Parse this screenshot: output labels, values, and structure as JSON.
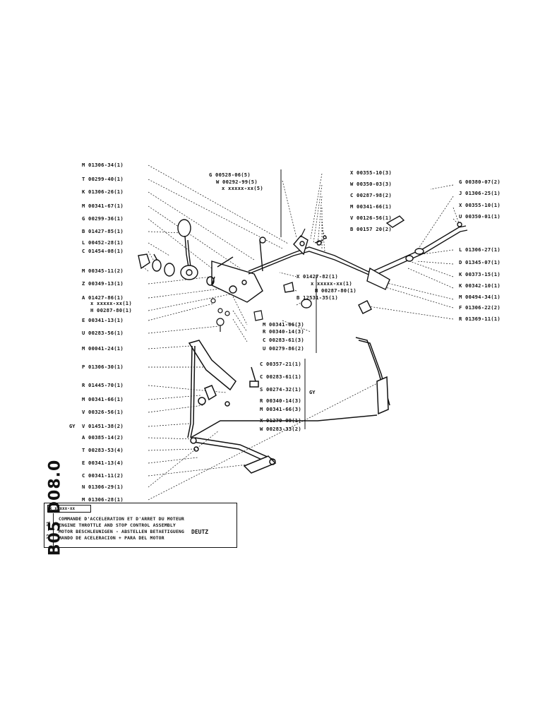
{
  "page_code": "B05 D08.0",
  "title_block": {
    "ref": "x xxxxx-xx",
    "date": "12 - 91",
    "fr": "COMMANDE D'ACCELERATION ET D'ARRET DU MOTEUR",
    "en": "ENGINE THROTTLE AND STOP CONTROL ASSEMBLY",
    "de": "MOTOR BESCHLEUNIGEN - ABSTELLEN BETAETIGUENG",
    "es": "MANDO DE ACELERACION + PARA DEL MOTOR",
    "brand": "DEUTZ"
  },
  "gy_label": "GY",
  "labels_left": [
    "M 01306-34(1)",
    "T 00299-40(1)",
    "K 01306-26(1)",
    "M 00341-67(1)",
    "G 00299-36(1)",
    "B 01427-85(1)",
    "L 00452-28(1)",
    "C 01454-08(1)",
    "M 00345-11(2)",
    "Z 00349-13(1)",
    "A 01427-86(1)",
    "x xxxxx-xx(1)",
    "H 00287-80(1)",
    "E 00341-13(1)",
    "U 00283-56(1)",
    "M 00041-24(1)",
    "P 01306-30(1)",
    "R 01445-70(1)",
    "M 00341-66(1)",
    "V 00326-56(1)",
    "V 01451-38(2)",
    "A 00385-14(2)",
    "T 00283-53(4)",
    "E 00341-13(4)",
    "C 00341-11(2)",
    "N 01306-29(1)",
    "M 01306-28(1)"
  ],
  "labels_center": [
    "G 00528-06(5)",
    "W 00292-99(5)",
    "x xxxxx-xx(5)",
    "X 00355-10(3)",
    "W 00350-03(3)",
    "C 00287-98(2)",
    "M 00341-66(1)",
    "V 00126-56(1)",
    "B 00157 20(2)",
    "X 01427-82(1)",
    "x xxxxx-xx(1)",
    "H 00287-80(1)",
    "B 12531-35(1)",
    "M 00341-66(3)",
    "R 00340-14(3)",
    "C 00283-61(3)",
    "U 00279-86(2)",
    "C 00357-21(1)",
    "C 00283-61(1)",
    "S 00274-32(1)",
    "R 00340-14(3)",
    "M 00341-66(3)",
    "X 01270-09(1)",
    "W 00283-33(2)"
  ],
  "labels_right": [
    "G 00380-07(2)",
    "J 01306-25(1)",
    "X 00355-10(1)",
    "U 00350-01(1)",
    "L 01306-27(1)",
    "D 01345-07(1)",
    "K 00373-15(1)",
    "K 00342-10(1)",
    "M 00494-34(1)",
    "F 01306-22(2)",
    "R 01369-11(1)"
  ]
}
